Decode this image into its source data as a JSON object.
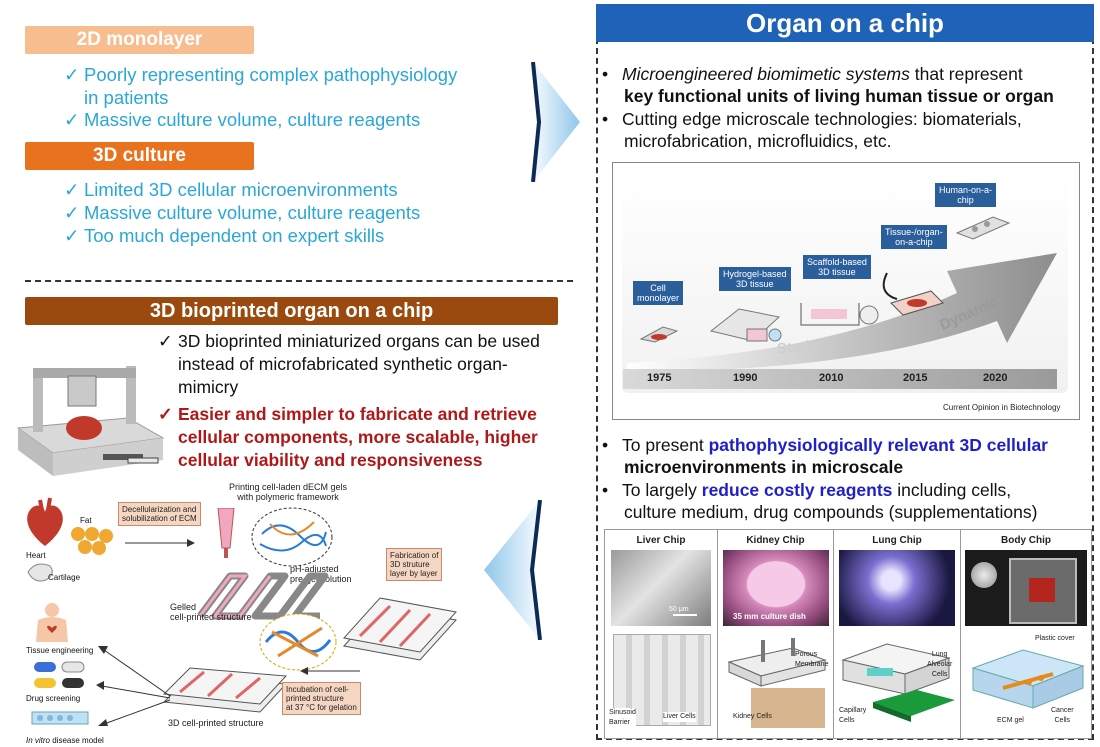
{
  "left": {
    "mono": {
      "title": "2D monolayer",
      "items": [
        "Poorly representing complex pathophysiology",
        "in patients",
        "Massive culture volume, culture reagents"
      ]
    },
    "culture": {
      "title": "3D culture",
      "items": [
        "Limited 3D cellular microenvironments",
        "Massive culture volume, culture reagents",
        "Too much dependent on expert skills"
      ]
    },
    "bio": {
      "title": "3D bioprinted organ on a chip",
      "point1": [
        "3D bioprinted miniaturized organs can be used",
        "instead of microfabricated synthetic organ-",
        "mimicry"
      ],
      "point2": [
        "Easier and simpler to fabricate and retrieve",
        "cellular components, more scalable, higher",
        "cellular viability and responsiveness"
      ]
    },
    "diagram": {
      "fat": "Fat",
      "heart": "Heart",
      "cartilage": "Cartilage",
      "decell": [
        "Decellularization and",
        "solubilization of ECM"
      ],
      "printing": [
        "Printing cell-laden dECM gels",
        "with polymeric framework"
      ],
      "ph": [
        "pH-adjusted",
        "pre-gel solution"
      ],
      "fabrication": [
        "Fabrication of",
        "3D struture",
        "layer by layer"
      ],
      "gelled": [
        "Gelled",
        "cell-printed structure"
      ],
      "incubation": [
        "Incubation of cell-",
        "printed structure",
        "at 37 °C for gelation"
      ],
      "structure": "3D cell-printed structure",
      "tissue": "Tissue engineering",
      "drug": "Drug screening",
      "invitro_italic": "In vitro",
      "invitro_rest": " disease model"
    }
  },
  "right": {
    "title": "Organ on a chip",
    "b1_italic": "Microengineered biomimetic systems",
    "b1_rest": " that represent",
    "b1_blue": "key functional units of living human tissue or organ",
    "b2": [
      "Cutting edge microscale technologies: biomaterials,",
      "microfabrication, microfluidics, etc."
    ],
    "b3_pre": "To present ",
    "b3_blue1": "pathophysiologically relevant 3D cellular",
    "b3_blue2": "microenvironments in microscale",
    "b4_pre": "To largely ",
    "b4_blue": "reduce costly reagents",
    "b4_rest": " including cells,",
    "b4_line2": "culture medium, drug compounds (supplementations)",
    "timeline": {
      "years": [
        "1975",
        "1990",
        "2010",
        "2015",
        "2020"
      ],
      "labels": {
        "cell": [
          "Cell",
          "monolayer"
        ],
        "hydrogel": [
          "Hydrogel-based",
          "3D tissue"
        ],
        "scaffold": [
          "Scaffold-based",
          "3D tissue"
        ],
        "tissue": [
          "Tissue-/organ-",
          "on-a-chip"
        ],
        "human": [
          "Human-on-a-",
          "chip"
        ]
      },
      "static": "Static",
      "dynamic": "Dynamic",
      "source": "Current Opinion in Biotechnology"
    },
    "chips": {
      "titles": [
        "Liver Chip",
        "Kidney Chip",
        "Lung Chip",
        "Body Chip"
      ],
      "scale": "50 μm",
      "dish": "35 mm culture dish",
      "liver": {
        "sinusoid": [
          "Sinusoid",
          "Barrier"
        ],
        "cells": "Liver Cells"
      },
      "kidney": {
        "porous": [
          "Porous",
          "Membrane"
        ],
        "cells": "Kidney Cells"
      },
      "lung": {
        "alveolar": [
          "Lung",
          "Alveolar",
          "Cells"
        ],
        "capillary": [
          "Capillary",
          "Cells"
        ]
      },
      "body": {
        "cover": "Plastic cover",
        "gel": "ECM gel",
        "cancer": [
          "Cancer",
          "Cells"
        ]
      }
    }
  },
  "colors": {
    "mono": "#f8bd8f",
    "culture": "#e8721d",
    "bio": "#9a4a0f",
    "header": "#1e63b8",
    "check": "#2aa7d6",
    "red": "#b01818",
    "blue": "#1f1fc8"
  }
}
